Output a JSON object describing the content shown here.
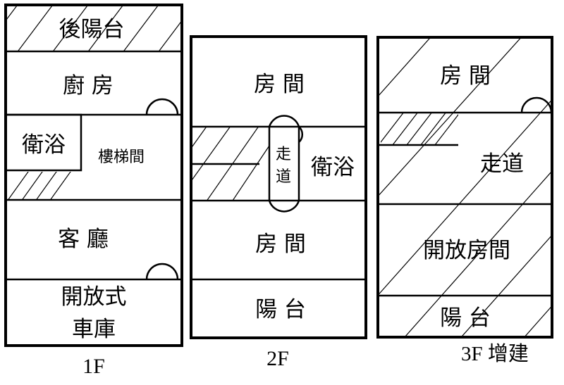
{
  "floors": [
    {
      "id": "1f",
      "label": "1F",
      "rooms": {
        "rear_balcony": "後陽台",
        "kitchen": "廚 房",
        "bathroom": "衛浴",
        "stairwell": "樓梯間",
        "living_room": "客 廳",
        "garage_line1": "開放式",
        "garage_line2": "車庫"
      }
    },
    {
      "id": "2f",
      "label": "2F",
      "rooms": {
        "bedroom_top": "房 間",
        "corridor_line1": "走",
        "corridor_line2": "道",
        "bathroom": "衛浴",
        "bedroom_bottom": "房 間",
        "balcony": "陽 台"
      }
    },
    {
      "id": "3f",
      "label": "3F 增建",
      "rooms": {
        "bedroom": "房 間",
        "corridor": "走道",
        "open_room": "開放房間",
        "balcony": "陽 台"
      }
    }
  ]
}
